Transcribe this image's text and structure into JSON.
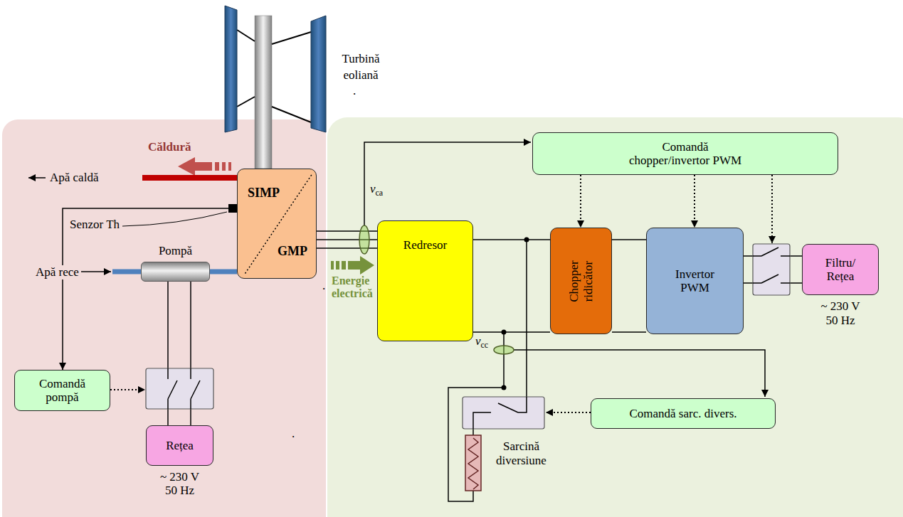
{
  "diagram": {
    "nodes": [
      {
        "text": [
          "Căldură"
        ]
      },
      {
        "text": [
          "SIMP",
          "GMP"
        ],
        "in": 0
      },
      {
        "text": [
          "Pompă"
        ],
        "in": 0
      },
      {
        "text": [
          "Comandă pompă"
        ],
        "in": 0
      },
      {
        "text": [
          "Rețea",
          "~ 230 V 50 Hz"
        ],
        "in": 0
      },
      {
        "text": [
          "Energie electrică"
        ]
      },
      {
        "text": [
          "Comandă chopper/invertor PWM"
        ],
        "in": 5
      },
      {
        "text": [
          "Redresor"
        ],
        "in": 5
      },
      {
        "text": [
          "Chopper ridicător"
        ],
        "in": 5
      },
      {
        "text": [
          "Invertor PWM"
        ],
        "in": 5
      },
      {
        "text": [
          "Filtru/ Rețea",
          "~ 230 V 50 Hz"
        ],
        "in": 5
      },
      {
        "text": [
          "Comandă sarc. divers."
        ],
        "in": 5
      }
    ],
    "edges": [
      {
        "from": 2,
        "to": 1,
        "arrow": "none"
      },
      {
        "from": 1,
        "to": 3,
        "arrow": "to"
      },
      {
        "from": 1,
        "to": 7,
        "arrow": "none"
      },
      {
        "from": 7,
        "to": 8,
        "arrow": "none"
      },
      {
        "from": 8,
        "to": 9,
        "arrow": "none"
      },
      {
        "from": 9,
        "to": 10,
        "arrow": "none"
      },
      {
        "from": 6,
        "to": 8,
        "arrow": "to"
      },
      {
        "from": 6,
        "to": 9,
        "arrow": "to"
      },
      {
        "from": 4,
        "to": 2,
        "arrow": "none"
      }
    ],
    "labels": [
      "Turbină eoliană",
      "Apă caldă",
      "Senzor Th",
      "Apă rece",
      "vca",
      "vcc",
      "Sarcină diversiune",
      ".",
      ".",
      "."
    ]
  }
}
